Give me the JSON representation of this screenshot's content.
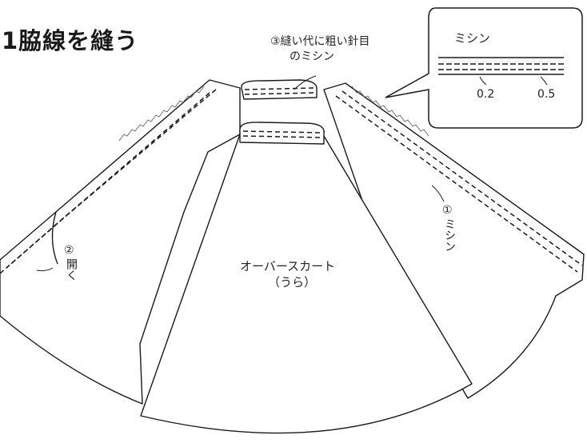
{
  "title": "1脇線を縫う",
  "labels": {
    "stitch_coarse_line1": "③縫い代に粗い針目",
    "stitch_coarse_line2": "のミシン",
    "inset_stitch": "ミシン",
    "inset_measure_a": "0.2",
    "inset_measure_b": "0.5",
    "open_number": "②",
    "open_text": "開く",
    "machine_number": "①",
    "machine_text": "ミシン",
    "skirt_name": "オーバースカート",
    "skirt_side": "（うら）"
  },
  "colors": {
    "line": "#1a1a1a",
    "background": "#ffffff",
    "stitch": "#333333"
  }
}
